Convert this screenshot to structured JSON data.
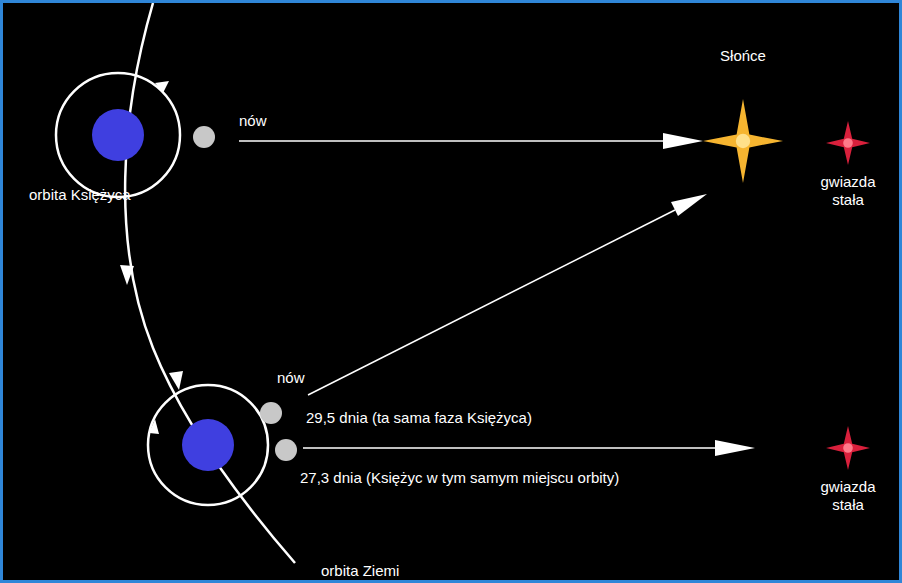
{
  "diagram": {
    "nodes": [
      {
        "text": [
          "Słońce"
        ]
      },
      {
        "text": [
          "gwiazda stała"
        ]
      },
      {
        "text": [
          "gwiazda stała"
        ]
      }
    ],
    "labels": [
      "nów",
      "orbita Księżyca",
      "nów",
      "29,5 dnia (ta sama faza Księżyca)",
      "27,3 dnia (Księżyc w tym samym miejscu orbity)",
      "orbita Ziemi"
    ]
  }
}
